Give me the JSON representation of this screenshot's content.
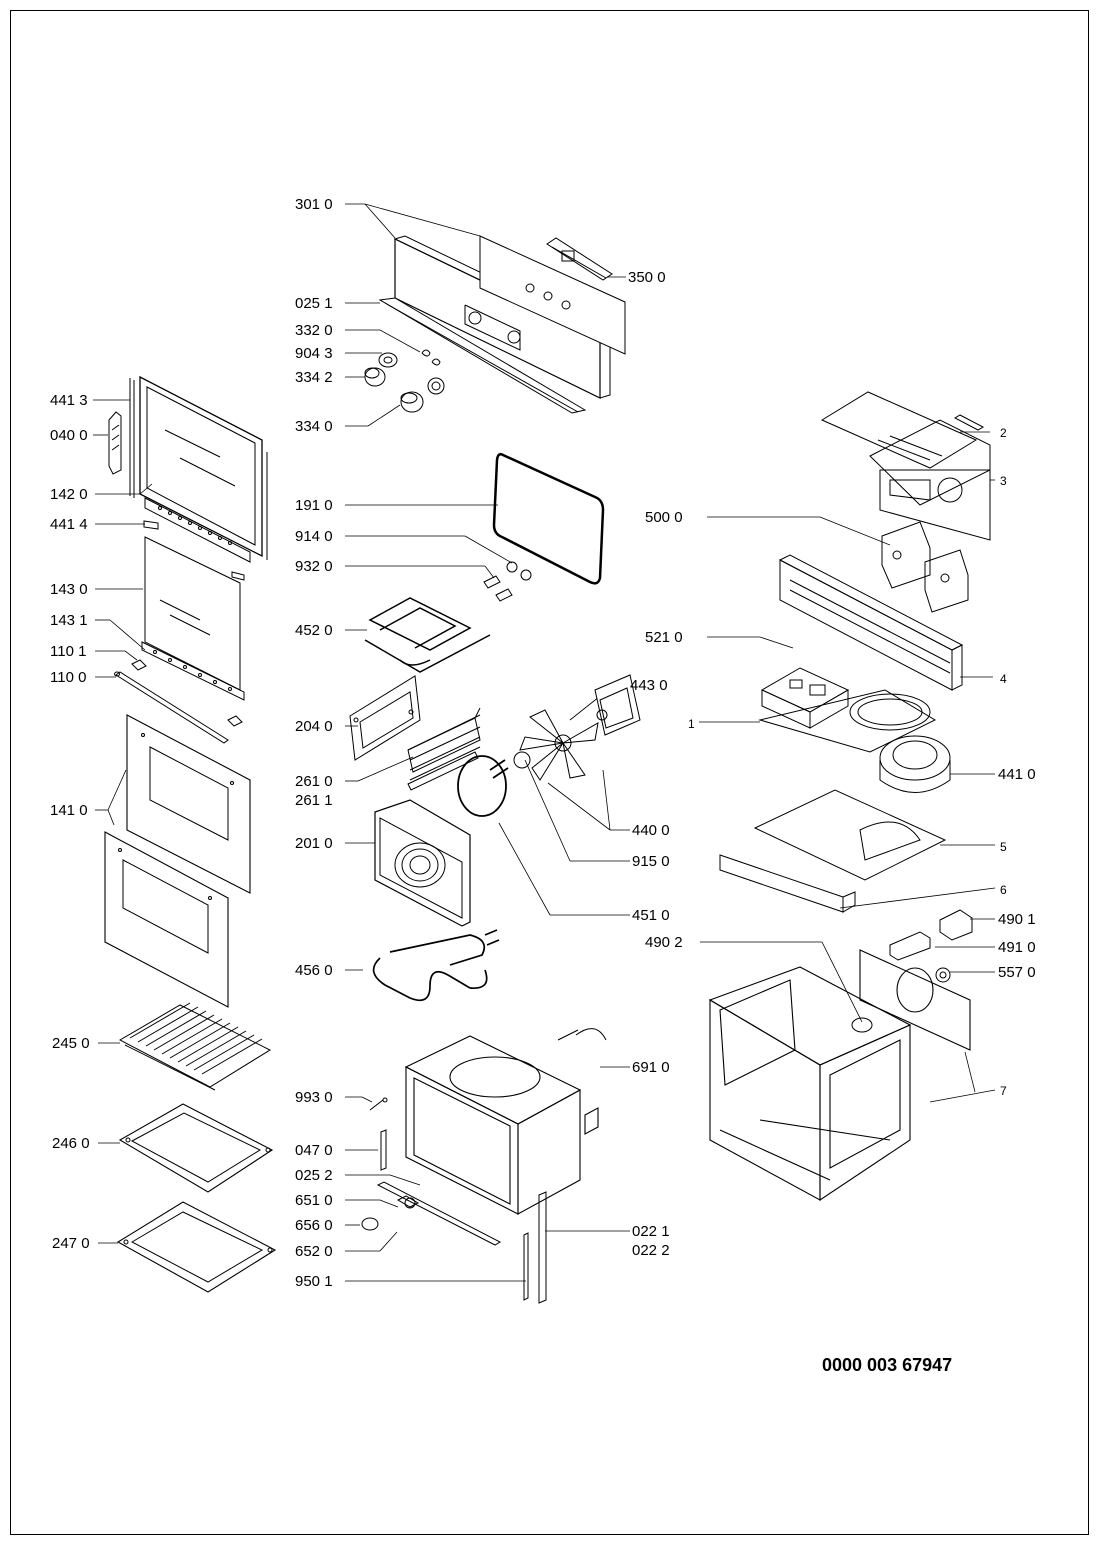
{
  "document_number": "0000 003 67947",
  "labels": {
    "p301_0": "301 0",
    "p350_0": "350 0",
    "p025_1": "025 1",
    "p332_0": "332 0",
    "p904_3": "904 3",
    "p334_2": "334 2",
    "p334_0": "334 0",
    "p441_3": "441 3",
    "p040_0": "040 0",
    "p142_0": "142 0",
    "p441_4": "441 4",
    "p143_0": "143 0",
    "p143_1": "143 1",
    "p110_1": "110 1",
    "p110_0": "110 0",
    "p141_0": "141 0",
    "p245_0": "245 0",
    "p246_0": "246 0",
    "p247_0": "247 0",
    "p191_0": "191 0",
    "p914_0": "914 0",
    "p932_0": "932 0",
    "p452_0": "452 0",
    "p204_0": "204 0",
    "p261_0": "261 0",
    "p261_1": "261 1",
    "p201_0": "201 0",
    "p456_0": "456 0",
    "p993_0": "993 0",
    "p047_0": "047 0",
    "p025_2": "025 2",
    "p651_0": "651 0",
    "p656_0": "656 0",
    "p652_0": "652 0",
    "p950_1": "950 1",
    "p443_0": "443 0",
    "p440_0": "440 0",
    "p915_0": "915 0",
    "p451_0": "451 0",
    "p691_0": "691 0",
    "p022_1": "022 1",
    "p022_2": "022 2",
    "p500_0": "500 0",
    "p521_0": "521 0",
    "p441_0": "441 0",
    "p490_1": "490 1",
    "p490_2": "490 2",
    "p491_0": "491 0",
    "p557_0": "557 0",
    "n1": "1",
    "n2": "2",
    "n3": "3",
    "n4": "4",
    "n5": "5",
    "n6": "6",
    "n7": "7"
  }
}
